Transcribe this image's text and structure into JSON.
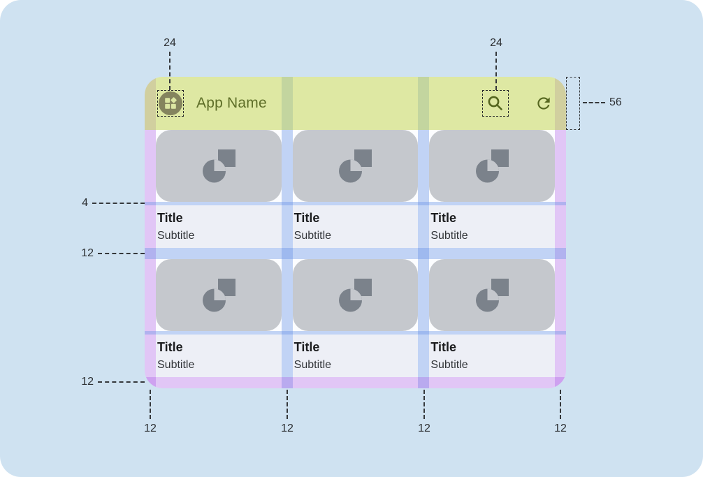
{
  "app": {
    "name": "App Name",
    "appbar": {
      "logo_icon": "dashboard-tiles-icon",
      "actions": [
        {
          "icon": "search-icon"
        },
        {
          "icon": "refresh-icon"
        }
      ]
    },
    "cards": [
      {
        "title": "Title",
        "subtitle": "Subtitle",
        "media_icon": "image-placeholder-icon"
      },
      {
        "title": "Title",
        "subtitle": "Subtitle",
        "media_icon": "image-placeholder-icon"
      },
      {
        "title": "Title",
        "subtitle": "Subtitle",
        "media_icon": "image-placeholder-icon"
      },
      {
        "title": "Title",
        "subtitle": "Subtitle",
        "media_icon": "image-placeholder-icon"
      },
      {
        "title": "Title",
        "subtitle": "Subtitle",
        "media_icon": "image-placeholder-icon"
      },
      {
        "title": "Title",
        "subtitle": "Subtitle",
        "media_icon": "image-placeholder-icon"
      }
    ]
  },
  "annotations": {
    "icon_size_left": "24",
    "icon_size_right": "24",
    "appbar_height": "56",
    "image_text_gap": "4",
    "row_gutter": "12",
    "bottom_margin": "12",
    "column_labels": [
      "12",
      "12",
      "12",
      "12"
    ]
  },
  "colors": {
    "background_blue": "#cfe2f1",
    "appbar_green": "#dde8a4",
    "margin_purple": "#dcc9f3",
    "gutter_blue": "#c4d4f4",
    "card_media_gray": "#c5c8cd",
    "card_text_bg": "#edeff6",
    "olive_accent": "#5e6e28"
  }
}
